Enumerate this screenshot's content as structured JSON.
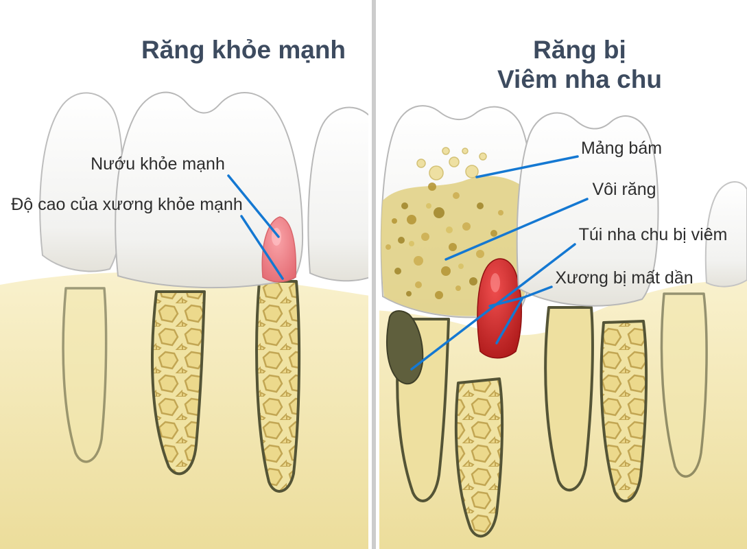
{
  "diagram": {
    "type": "dental-comparison",
    "subject": "Healthy tooth vs periodontitis tooth (Vietnamese labels)"
  },
  "left_panel": {
    "title": "Răng khỏe mạnh",
    "labels": {
      "gum": "Nướu khỏe mạnh",
      "bone": "Độ cao của xương khỏe mạnh"
    }
  },
  "right_panel": {
    "title_line1": "Răng bị",
    "title_line2": "Viêm nha chu",
    "labels": {
      "plaque": "Mảng bám",
      "tartar": "Vôi răng",
      "pocket": "Túi nha chu bị viêm",
      "bone_loss": "Xương bị mất dần"
    }
  },
  "colors": {
    "title": "#3d4b5f",
    "label": "#2d2d2d",
    "leader_line": "#1478d2",
    "divider": "#cccccc",
    "bone": "#f3e8b6",
    "healthy_gum": "#f0828a",
    "inflamed_gum": "#c81e1e",
    "plaque": "#dfd08a",
    "tartar": "#b69738",
    "tooth": "#ffffff"
  }
}
